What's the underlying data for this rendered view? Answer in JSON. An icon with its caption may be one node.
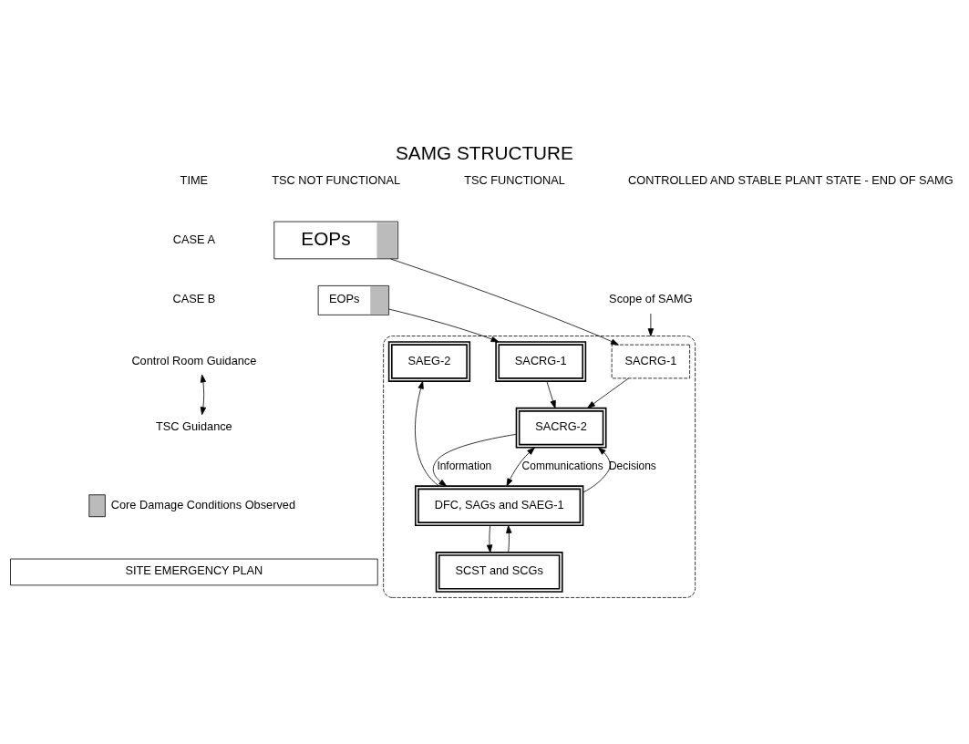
{
  "diagram": {
    "title": "SAMG STRUCTURE",
    "nodes": [
      {
        "text": [
          "EOPs"
        ]
      },
      {
        "text": [
          "EOPs"
        ]
      },
      {
        "text": [],
        "shape": "cloud"
      },
      {
        "text": [
          "SACRG-1"
        ],
        "in": 2
      },
      {
        "text": [
          "SACRG-1"
        ],
        "in": 2
      },
      {
        "text": [
          "SACRG-2"
        ],
        "in": 2
      },
      {
        "text": [
          "DFC, SAGs and SAEG-1"
        ],
        "in": 2
      },
      {
        "text": [
          "SAEG-2"
        ],
        "in": 2
      },
      {
        "text": [
          "SCST and SCGs"
        ],
        "in": 2
      },
      {
        "text": [
          "SITE EMERGENCY PLAN"
        ]
      },
      {
        "text": [
          "Scope of SAMG"
        ]
      },
      {
        "text": [
          "Control Room Guidance"
        ]
      },
      {
        "text": [
          "TSC Guidance"
        ]
      }
    ],
    "edges": [
      {
        "from": 0,
        "to": 3,
        "arrow": "to"
      },
      {
        "from": 1,
        "to": 4,
        "arrow": "to"
      },
      {
        "from": 3,
        "to": 5,
        "arrow": "to"
      },
      {
        "from": 4,
        "to": 5,
        "arrow": "to"
      },
      {
        "from": 5,
        "to": 6,
        "arrow": "to",
        "label": "Information"
      },
      {
        "from": 5,
        "to": 6,
        "arrow": "both",
        "label": "Communications"
      },
      {
        "from": 6,
        "to": 5,
        "arrow": "to",
        "label": "Decisions"
      },
      {
        "from": 6,
        "to": 7,
        "arrow": "to"
      },
      {
        "from": 6,
        "to": 8,
        "arrow": "to"
      },
      {
        "from": 8,
        "to": 6,
        "arrow": "to"
      },
      {
        "from": 10,
        "to": 2,
        "arrow": "to"
      },
      {
        "from": 11,
        "to": 12,
        "arrow": "both"
      }
    ],
    "labels": [
      "TIME",
      "TSC NOT FUNCTIONAL",
      "TSC FUNCTIONAL",
      "CONTROLLED AND STABLE PLANT STATE - END OF SAMG",
      "CASE A",
      "CASE B"
    ],
    "legend": [
      {
        "text": "Core Damage Conditions Observed"
      }
    ]
  }
}
